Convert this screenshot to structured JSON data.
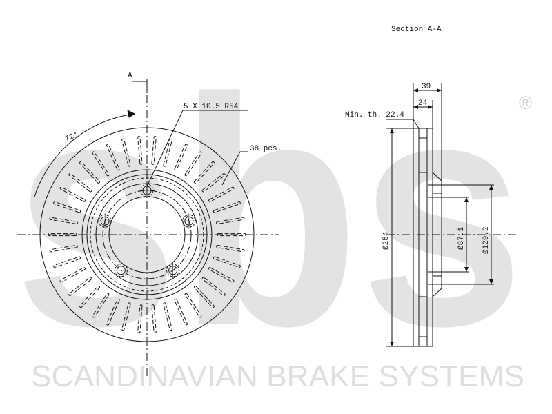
{
  "watermark": {
    "logo_text": "sbs",
    "registered_mark": "®",
    "brand_line": "SCANDINAVIAN BRAKE SYSTEMS",
    "color": "#dddddd"
  },
  "front_view": {
    "section_marker": "A",
    "bolt_pattern": "5 X 10.5 R54",
    "vanes_count": "38 pcs.",
    "angle": "72°",
    "bolt_count": 5,
    "vane_count": 38
  },
  "section_view": {
    "title": "Section A-A",
    "min_thickness": "Min. th. 22.4",
    "total_height": "39",
    "disc_thickness": "24",
    "outer_diameter": "Ø254",
    "hub_diameter": "Ø87.1",
    "bolt_circle_diameter": "Ø129.2"
  },
  "colors": {
    "line": "#111111",
    "watermark": "#dddddd"
  }
}
